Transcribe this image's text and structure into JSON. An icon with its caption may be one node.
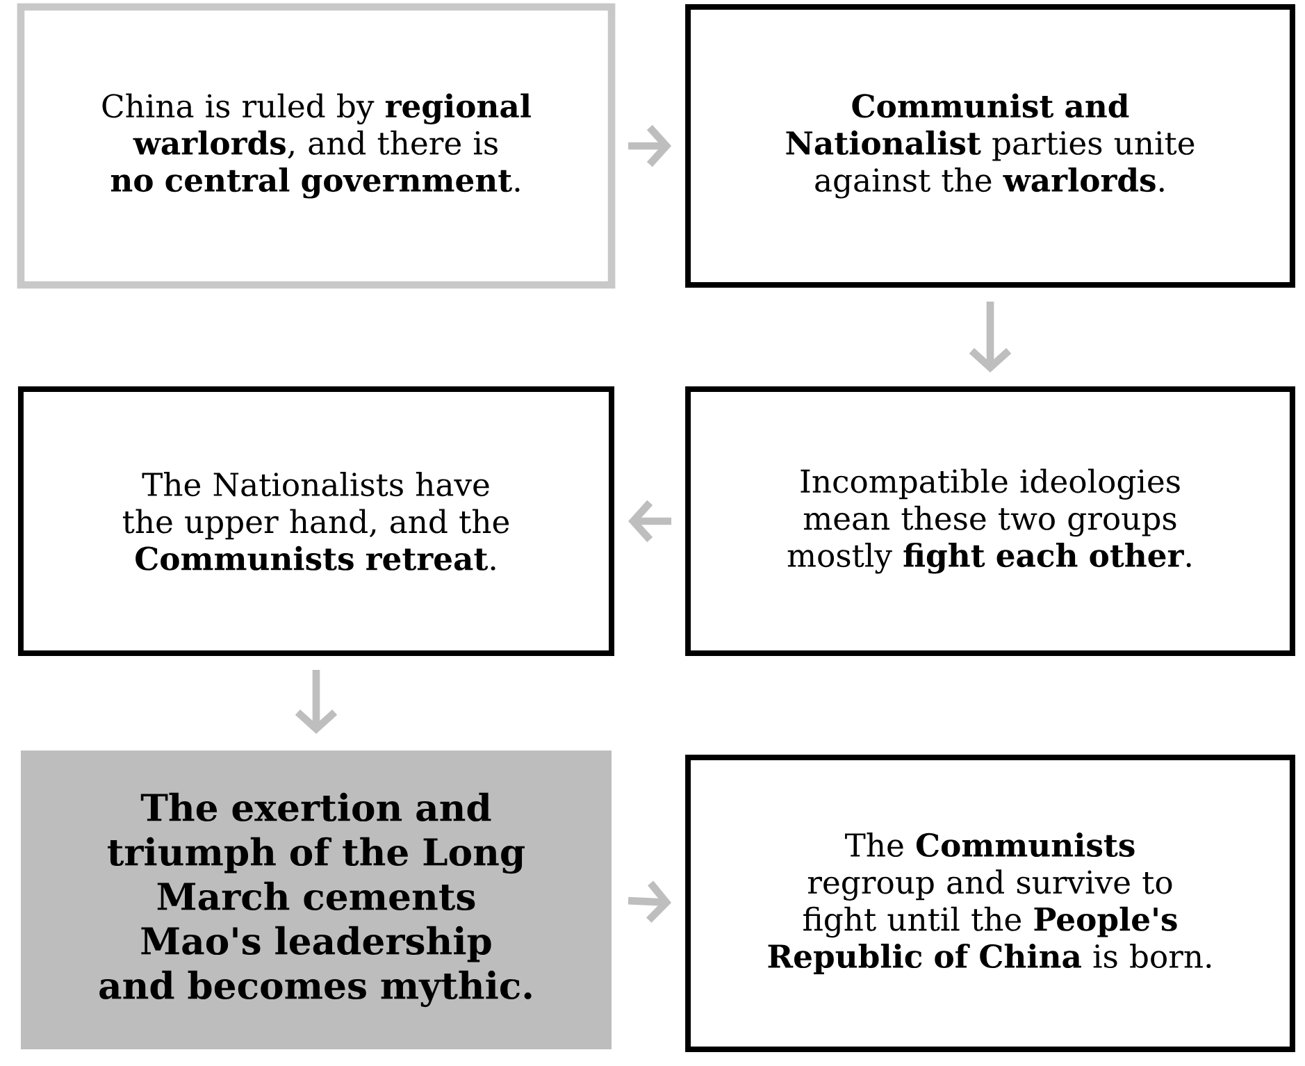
{
  "diagram": {
    "nodes": [
      {
        "text": [
          "China is ruled by **regional warlords**, and there is **no central government**."
        ]
      },
      {
        "text": [
          "**Communist and Nationalist** parties unite against the **warlords**."
        ]
      },
      {
        "text": [
          "The Nationalists have the upper hand, and the **Communists retreat**."
        ]
      },
      {
        "text": [
          "Incompatible ideologies mean these two groups mostly **fight each other**."
        ]
      },
      {
        "text": [
          "The exertion and triumph of the Long March cements Mao's leadership and becomes mythic."
        ]
      },
      {
        "text": [
          "The **Communists** regroup and survive to fight until the **People's Republic of China** is born."
        ]
      }
    ],
    "edges": [
      {
        "from": 0,
        "to": 1,
        "arrow": "to"
      },
      {
        "from": 1,
        "to": 3,
        "arrow": "to"
      },
      {
        "from": 3,
        "to": 2,
        "arrow": "to"
      },
      {
        "from": 2,
        "to": 4,
        "arrow": "to"
      },
      {
        "from": 4,
        "to": 5,
        "arrow": "to"
      }
    ]
  }
}
